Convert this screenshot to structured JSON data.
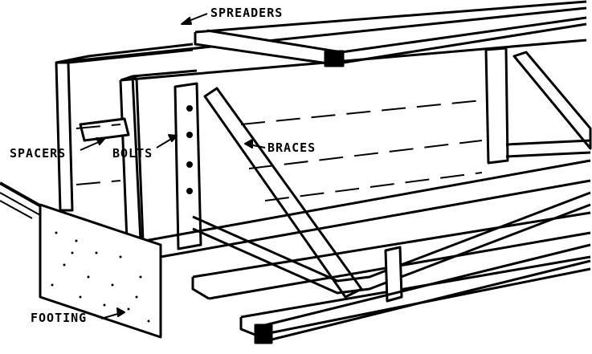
{
  "labels": {
    "spreaders": "SPREADERS",
    "spacers": "SPACERS",
    "bolts": "BOLTS",
    "braces": "BRACES",
    "footing": "FOOTING"
  },
  "colors": {
    "ink": "#000000",
    "paper": "#ffffff"
  }
}
